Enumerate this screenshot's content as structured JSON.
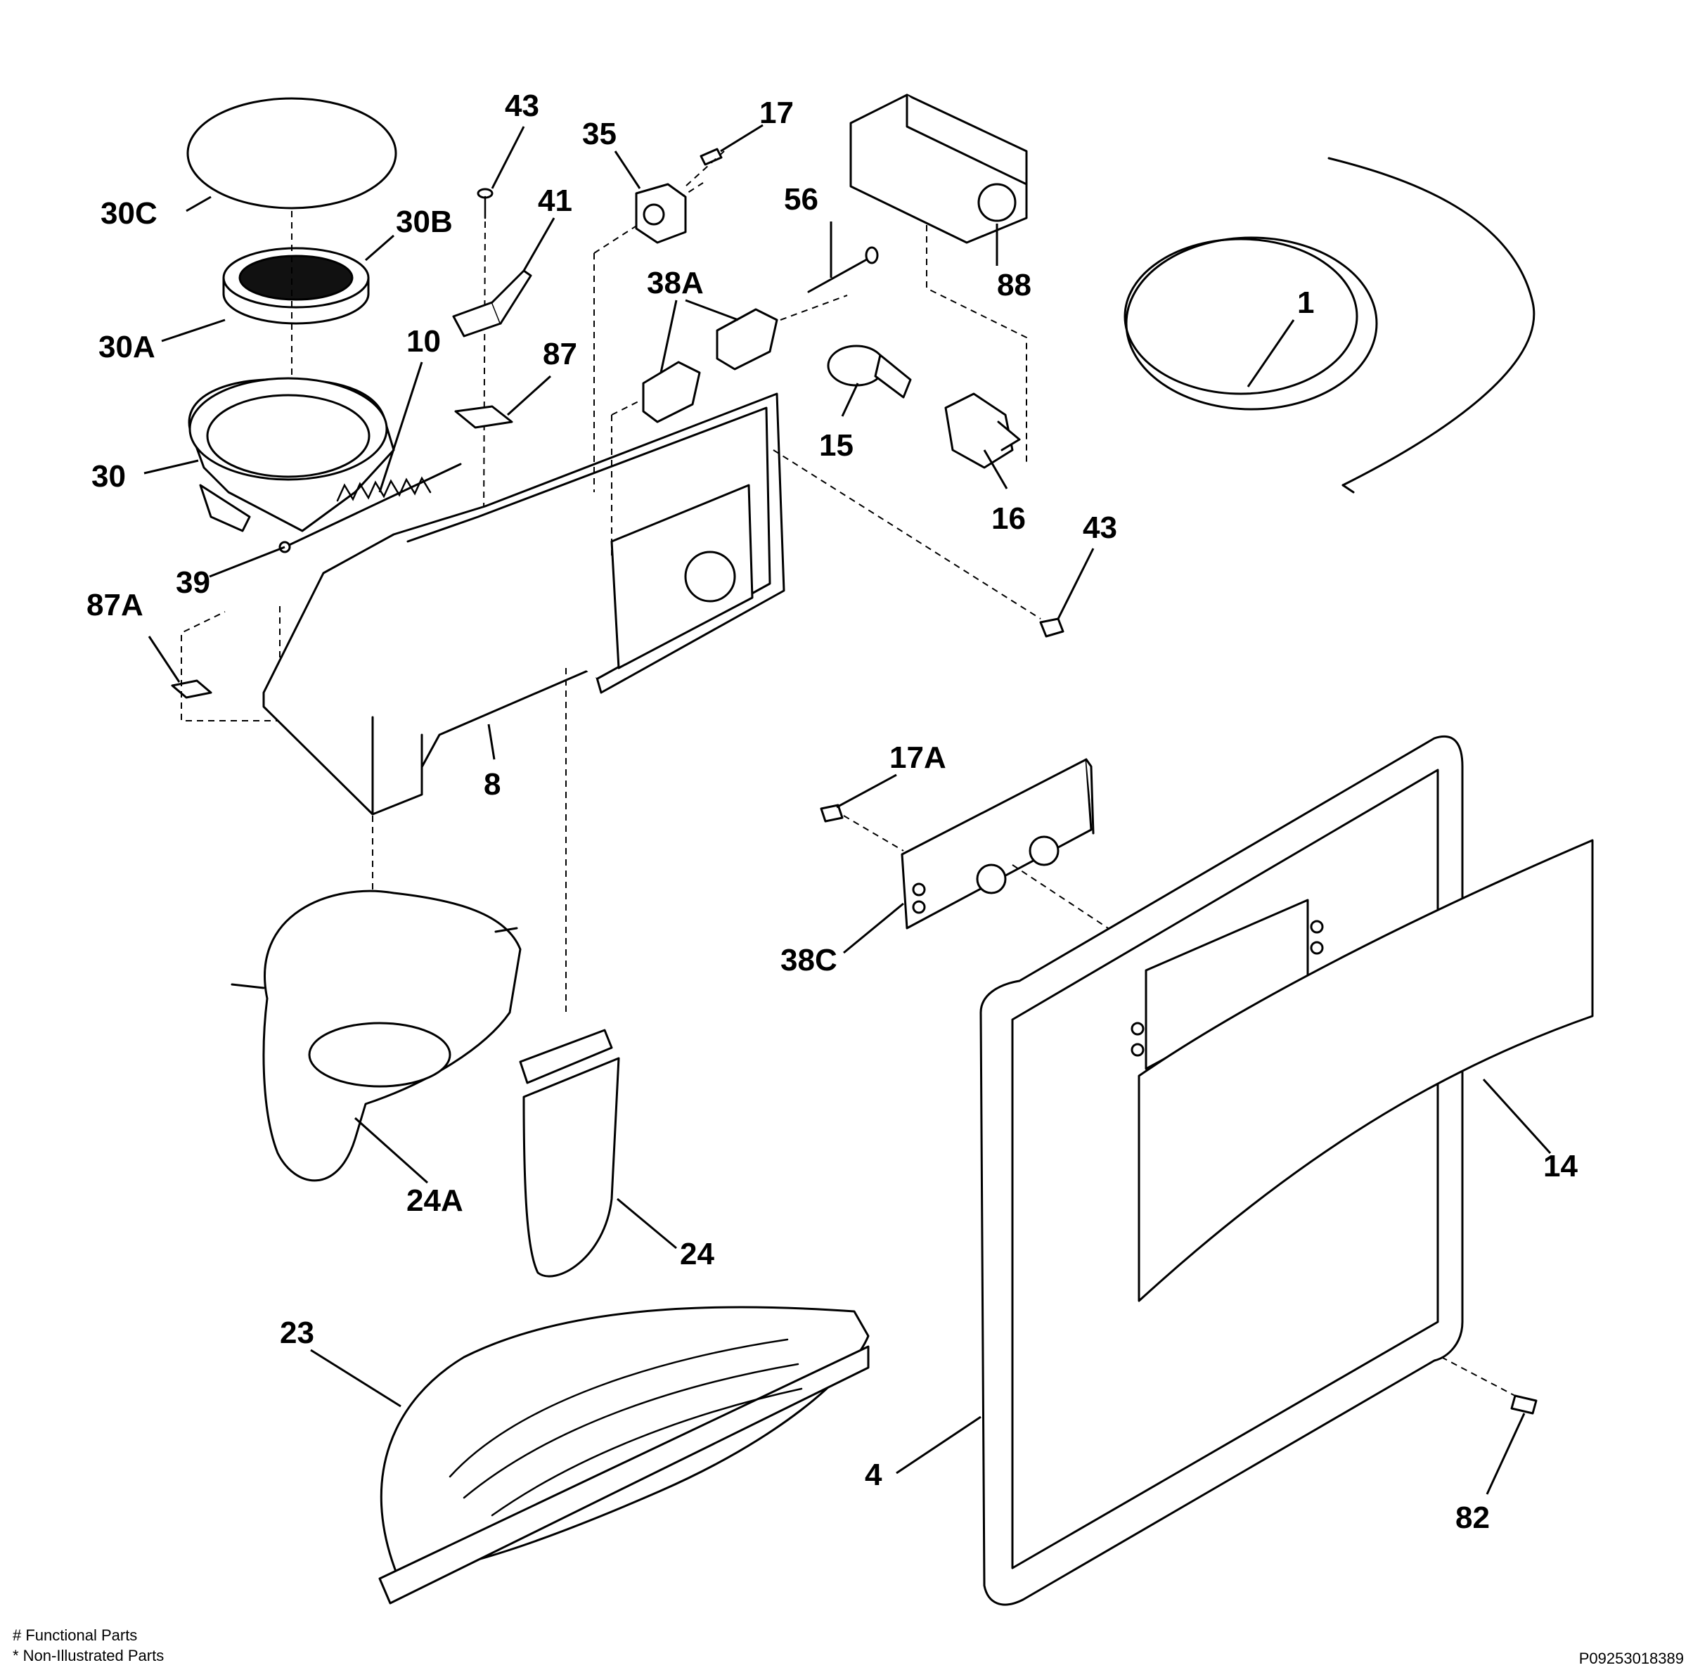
{
  "callouts": {
    "p30C": "30C",
    "p30B": "30B",
    "p30A": "30A",
    "p30": "30",
    "p10": "10",
    "p39": "39",
    "p43a": "43",
    "p41": "41",
    "p87": "87",
    "p87A": "87A",
    "p8": "8",
    "p35": "35",
    "p17": "17",
    "p56": "56",
    "p38A": "38A",
    "p15": "15",
    "p16": "16",
    "p88": "88",
    "p1": "1",
    "p43b": "43",
    "p17A": "17A",
    "p38C": "38C",
    "p24A": "24A",
    "p24": "24",
    "p23": "23",
    "p14": "14",
    "p4": "4",
    "p82": "82"
  },
  "footer": {
    "functional": "# Functional Parts",
    "non_illustrated": "* Non-Illustrated Parts",
    "diagram_id": "P09253018389"
  }
}
